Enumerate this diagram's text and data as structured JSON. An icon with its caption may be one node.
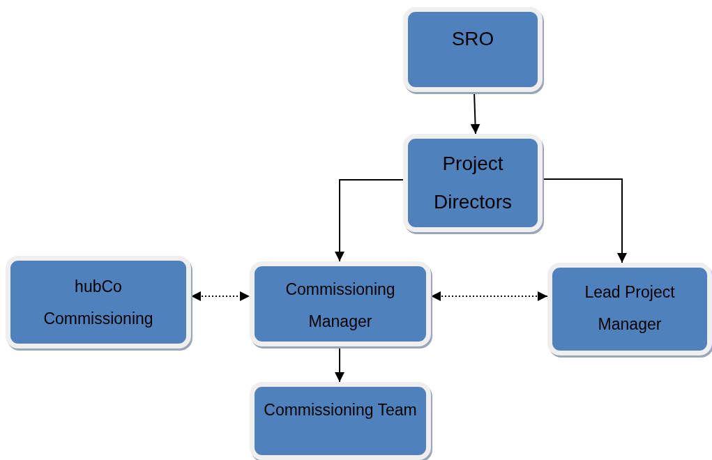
{
  "diagram": {
    "nodes": [
      {
        "text": [
          "SRO"
        ]
      },
      {
        "text": [
          "Project Directors"
        ]
      },
      {
        "text": [
          "hubCo Commissioning"
        ]
      },
      {
        "text": [
          "Commissioning Manager"
        ]
      },
      {
        "text": [
          "Lead Project Manager"
        ]
      },
      {
        "text": [
          "Commissioning Team"
        ]
      }
    ],
    "edges": [
      {
        "from": 0,
        "to": 1,
        "arrow": "to"
      },
      {
        "from": 1,
        "to": 3,
        "arrow": "to"
      },
      {
        "from": 1,
        "to": 4,
        "arrow": "to"
      },
      {
        "from": 2,
        "to": 3,
        "arrow": "both",
        "style": "dashed"
      },
      {
        "from": 3,
        "to": 4,
        "arrow": "both",
        "style": "dashed"
      },
      {
        "from": 3,
        "to": 5,
        "arrow": "to"
      }
    ]
  }
}
